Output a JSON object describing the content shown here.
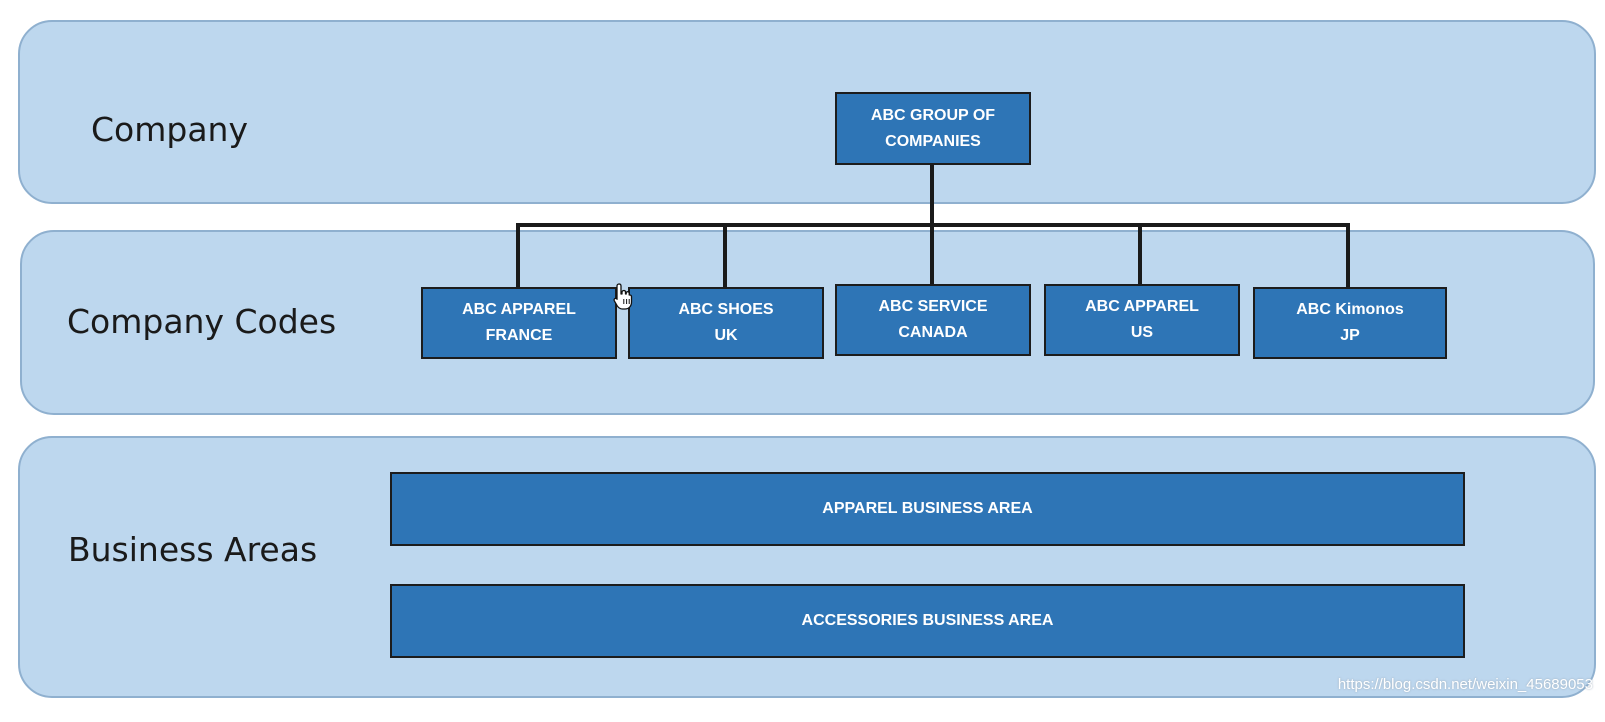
{
  "bands": {
    "company": "Company",
    "company_codes": "Company Codes",
    "business_areas": "Business Areas"
  },
  "nodes": {
    "root": [
      "ABC GROUP OF",
      "COMPANIES"
    ],
    "france": [
      "ABC APPAREL",
      "FRANCE"
    ],
    "uk": [
      "ABC SHOES",
      "UK"
    ],
    "canada": [
      "ABC SERVICE",
      "CANADA"
    ],
    "us": [
      "ABC APPAREL",
      "US"
    ],
    "jp": [
      "ABC Kimonos",
      "JP"
    ]
  },
  "areas": {
    "apparel": "APPAREL BUSINESS AREA",
    "accessories": "ACCESSORIES BUSINESS AREA"
  },
  "watermark": "https://blog.csdn.net/weixin_45689053",
  "colors": {
    "band_fill": "#bdd7ee",
    "node_fill": "#2e75b6",
    "connector": "#1a1a1a"
  },
  "icons": {
    "cursor": "hand-pointer-icon"
  }
}
